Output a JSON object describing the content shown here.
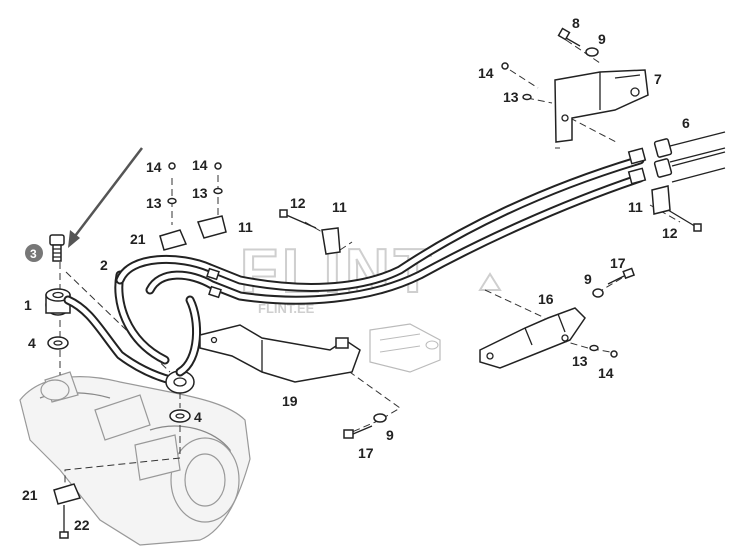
{
  "watermark": {
    "main": "FLINT",
    "sub": "FLINT.EE"
  },
  "badge": {
    "value": "3",
    "color": "#777777"
  },
  "callouts": [
    {
      "id": "c1",
      "text": "1"
    },
    {
      "id": "c2",
      "text": "2"
    },
    {
      "id": "c4a",
      "text": "4"
    },
    {
      "id": "c4b",
      "text": "4"
    },
    {
      "id": "c6",
      "text": "6"
    },
    {
      "id": "c7",
      "text": "7"
    },
    {
      "id": "c8",
      "text": "8"
    },
    {
      "id": "c9a",
      "text": "9"
    },
    {
      "id": "c9b",
      "text": "9"
    },
    {
      "id": "c9c",
      "text": "9"
    },
    {
      "id": "c11a",
      "text": "11"
    },
    {
      "id": "c11b",
      "text": "11"
    },
    {
      "id": "c11c",
      "text": "11"
    },
    {
      "id": "c12a",
      "text": "12"
    },
    {
      "id": "c12b",
      "text": "12"
    },
    {
      "id": "c13a",
      "text": "13"
    },
    {
      "id": "c13b",
      "text": "13"
    },
    {
      "id": "c13c",
      "text": "13"
    },
    {
      "id": "c13d",
      "text": "13"
    },
    {
      "id": "c14a",
      "text": "14"
    },
    {
      "id": "c14b",
      "text": "14"
    },
    {
      "id": "c14c",
      "text": "14"
    },
    {
      "id": "c14d",
      "text": "14"
    },
    {
      "id": "c16",
      "text": "16"
    },
    {
      "id": "c17a",
      "text": "17"
    },
    {
      "id": "c17b",
      "text": "17"
    },
    {
      "id": "c19",
      "text": "19"
    },
    {
      "id": "c21a",
      "text": "21"
    },
    {
      "id": "c21b",
      "text": "21"
    },
    {
      "id": "c22",
      "text": "22"
    }
  ]
}
